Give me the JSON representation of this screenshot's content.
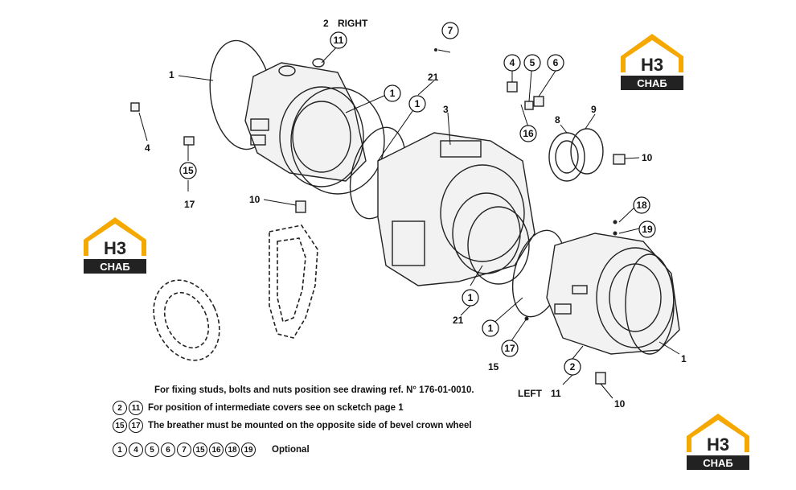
{
  "labels": {
    "right": "RIGHT",
    "left": "LEFT",
    "n1": "1",
    "n2": "2",
    "n3": "3",
    "n4": "4",
    "n5": "5",
    "n6": "6",
    "n7": "7",
    "n8": "8",
    "n9": "9",
    "n10": "10",
    "n11": "11",
    "n15": "15",
    "n17": "17",
    "n18": "18",
    "n19": "19",
    "n16": "16",
    "n21": "21"
  },
  "notes": {
    "fixing": "For  fixing studs, bolts and nuts position see drawing ref. N° 176-01-0010.",
    "intermediate": "For position of intermediate covers see on scketch page 1",
    "breather": "The breather must be mounted on the opposite side of bevel crown wheel",
    "optional": "Optional",
    "badges_intermediate": [
      "2",
      "11"
    ],
    "badges_breather": [
      "15",
      "17"
    ],
    "badges_optional": [
      "1",
      "4",
      "5",
      "6",
      "7",
      "15",
      "16",
      "18",
      "19"
    ]
  },
  "logo": {
    "top": "H3",
    "bottom": "СНАБ"
  },
  "colors": {
    "logo_orange": "#f5a800",
    "logo_dark": "#222222",
    "ink": "#111111"
  }
}
